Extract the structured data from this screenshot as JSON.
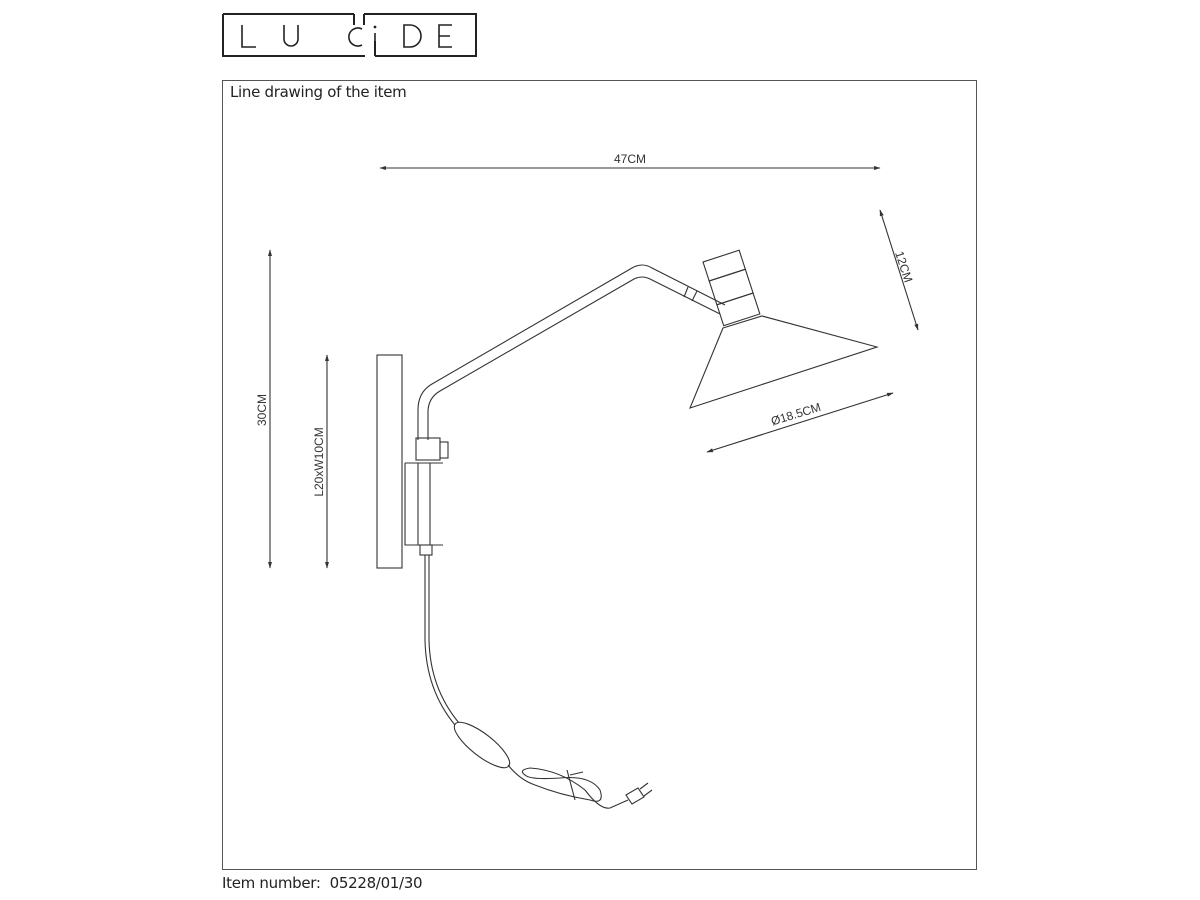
{
  "logo": {
    "text": "LUCIDE"
  },
  "caption": "Line drawing of the item",
  "dimensions": {
    "width": "47CM",
    "height": "30CM",
    "wall_plate": "L20xW10CM",
    "shade_height": "12CM",
    "shade_diameter": "Ø18.5CM"
  },
  "footer": {
    "item_number_label": "Item number:",
    "item_number": "05228/01/30"
  }
}
